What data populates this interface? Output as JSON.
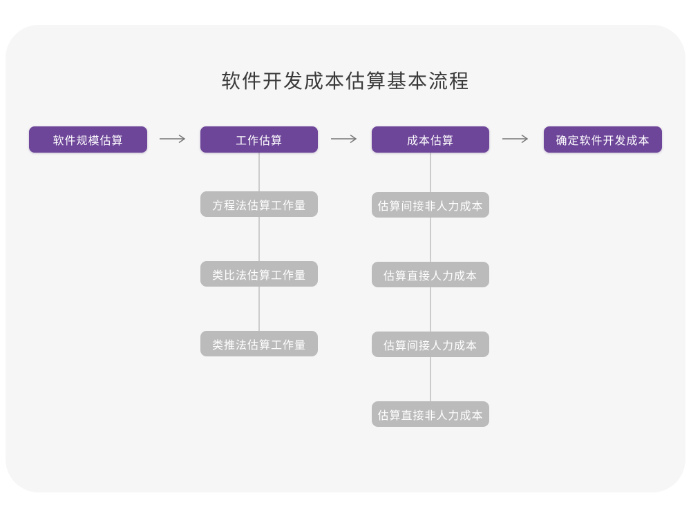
{
  "title": "软件开发成本估算基本流程",
  "colors": {
    "page_background": "#ffffff",
    "card_background": "#f6f6f6",
    "main_node_purple": "#6d4599",
    "sub_node_gray": "#bbbbbb",
    "connector_line_gray": "#cccccc",
    "arrow_gray": "#777777",
    "title_text": "#3a3a3a",
    "node_text": "#ffffff"
  },
  "main_flow": {
    "steps": [
      {
        "label": "软件规模估算"
      },
      {
        "label": "工作估算"
      },
      {
        "label": "成本估算"
      },
      {
        "label": "确定软件开发成本"
      }
    ]
  },
  "sub_flows": {
    "work_estimation": {
      "parent": "工作估算",
      "steps": [
        {
          "label": "方程法估算工作量"
        },
        {
          "label": "类比法估算工作量"
        },
        {
          "label": "类推法估算工作量"
        }
      ]
    },
    "cost_estimation": {
      "parent": "成本估算",
      "steps": [
        {
          "label": "估算间接非人力成本"
        },
        {
          "label": "估算直接人力成本"
        },
        {
          "label": "估算间接人力成本"
        },
        {
          "label": "估算直接非人力成本"
        }
      ]
    }
  }
}
